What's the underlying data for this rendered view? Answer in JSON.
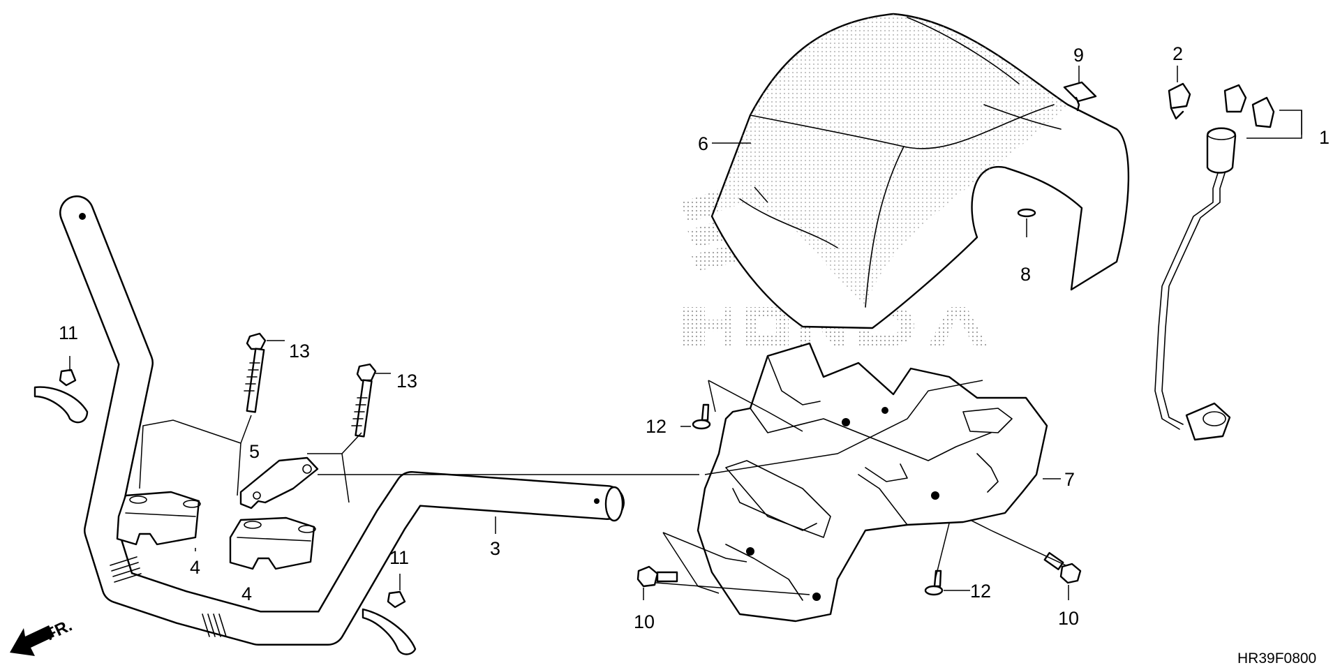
{
  "diagram_code": "HR39F0800",
  "direction_label": "FR.",
  "watermark": "HONDA",
  "callouts": {
    "c1": "1",
    "c2": "2",
    "c3": "3",
    "c4a": "4",
    "c4b": "4",
    "c5": "5",
    "c6": "6",
    "c7": "7",
    "c8": "8",
    "c9": "9",
    "c10a": "10",
    "c10b": "10",
    "c11a": "11",
    "c11b": "11",
    "c12a": "12",
    "c12b": "12",
    "c13a": "13",
    "c13b": "13"
  }
}
